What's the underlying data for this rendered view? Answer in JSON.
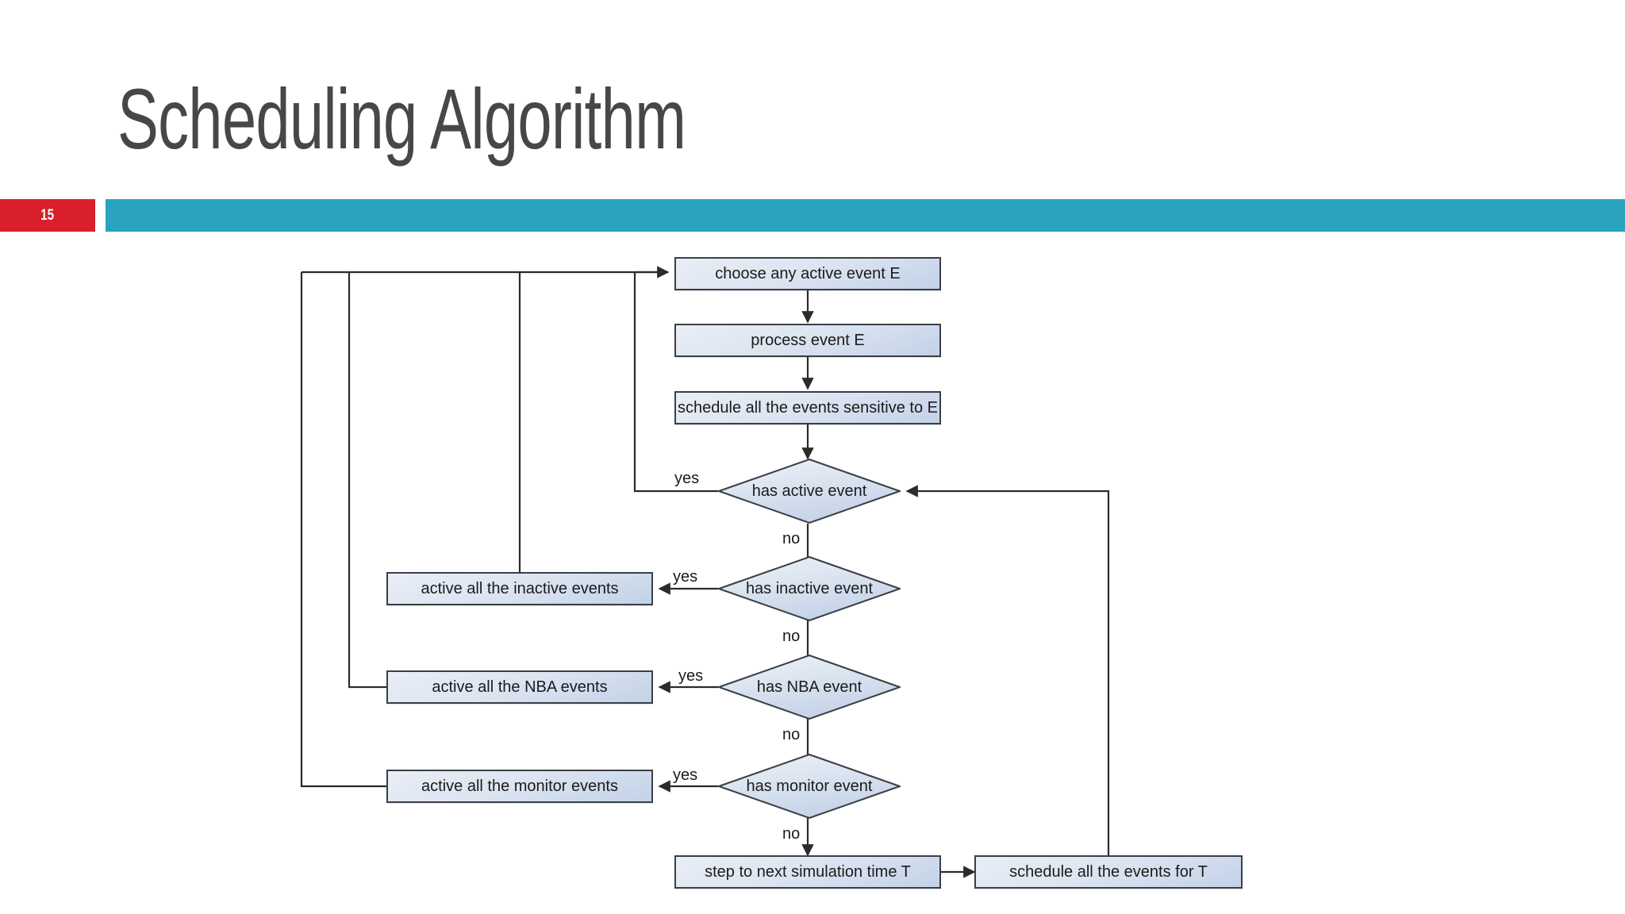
{
  "slide": {
    "title": "Scheduling Algorithm",
    "number": "15",
    "accent_color": "#2BA2C0",
    "badge_color": "#D81F2A",
    "title_color": "#474747"
  },
  "flowchart": {
    "node_fill_from": "#e9eef6",
    "node_fill_to": "#c3d2e8",
    "node_border": "#3a3f46",
    "connector_color": "#2b2b2b",
    "processes": [
      {
        "id": "choose",
        "label": "choose any active event E"
      },
      {
        "id": "process",
        "label": "process event E"
      },
      {
        "id": "schedule_sensitive",
        "label": "schedule all the events sensitive to E"
      },
      {
        "id": "active_inactive",
        "label": "active all the inactive events"
      },
      {
        "id": "active_nba",
        "label": "active all the NBA events"
      },
      {
        "id": "active_monitor",
        "label": "active all the monitor events"
      },
      {
        "id": "step_time",
        "label": "step to next simulation time T"
      },
      {
        "id": "schedule_for_t",
        "label": "schedule all the events for T"
      }
    ],
    "decisions": [
      {
        "id": "has_active",
        "label": "has active event"
      },
      {
        "id": "has_inactive",
        "label": "has inactive event"
      },
      {
        "id": "has_nba",
        "label": "has NBA event"
      },
      {
        "id": "has_monitor",
        "label": "has monitor event"
      }
    ],
    "edge_labels": [
      {
        "id": "yes_active",
        "text": "yes"
      },
      {
        "id": "no_active",
        "text": "no"
      },
      {
        "id": "yes_inactive",
        "text": "yes"
      },
      {
        "id": "no_inactive",
        "text": "no"
      },
      {
        "id": "yes_nba",
        "text": "yes"
      },
      {
        "id": "no_nba",
        "text": "no"
      },
      {
        "id": "yes_monitor",
        "text": "yes"
      },
      {
        "id": "no_monitor",
        "text": "no"
      }
    ]
  }
}
